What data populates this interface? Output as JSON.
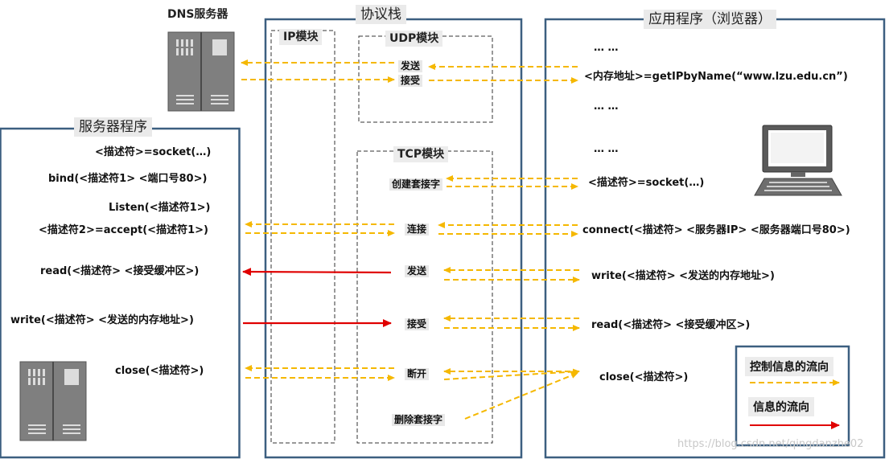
{
  "titles": {
    "dns": "DNS服务器",
    "stack": "协议栈",
    "app": "应用程序（浏览器）",
    "server": "服务器程序",
    "ip": "IP模块",
    "udp": "UDP模块",
    "tcp": "TCP模块"
  },
  "udp_ops": {
    "send": "发送",
    "recv": "接受"
  },
  "tcp_ops": {
    "create": "创建套接字",
    "connect": "连接",
    "send": "发送",
    "recv": "接受",
    "disconnect": "断开",
    "delete": "删除套接字"
  },
  "app_lines": {
    "dots1": "… …",
    "gethost": "<内存地址>=getIPbyName(“www.lzu.edu.cn”)",
    "dots2": "… …",
    "dots3": "… …",
    "socket": "<描述符>=socket(…)",
    "connect": "connect(<描述符> <服务器IP> <服务器端口号80>)",
    "write": "write(<描述符> <发送的内存地址>)",
    "read": "read(<描述符> <接受缓冲区>)",
    "close": "close(<描述符>)"
  },
  "server_lines": {
    "socket": "<描述符>=socket(…)",
    "bind": "bind(<描述符1> <端口号80>)",
    "listen": "Listen(<描述符1>)",
    "accept": "<描述符2>=accept(<描述符1>)",
    "read": "read(<描述符> <接受缓冲区>)",
    "write": "write(<描述符> <发送的内存地址>)",
    "close": "close(<描述符>)"
  },
  "legend": {
    "control": "控制信息的流向",
    "data": "信息的流向"
  },
  "watermark": "https://blog.csdn.net/qingdanzhe02",
  "colors": {
    "control_arrow": "#f5b800",
    "data_arrow": "#e00000",
    "frame": "#3c5f80",
    "server_body": "#8c8c8c"
  },
  "icons": {
    "dns": "server-rack-icon",
    "server": "server-rack-icon",
    "client": "desktop-computer-icon"
  }
}
